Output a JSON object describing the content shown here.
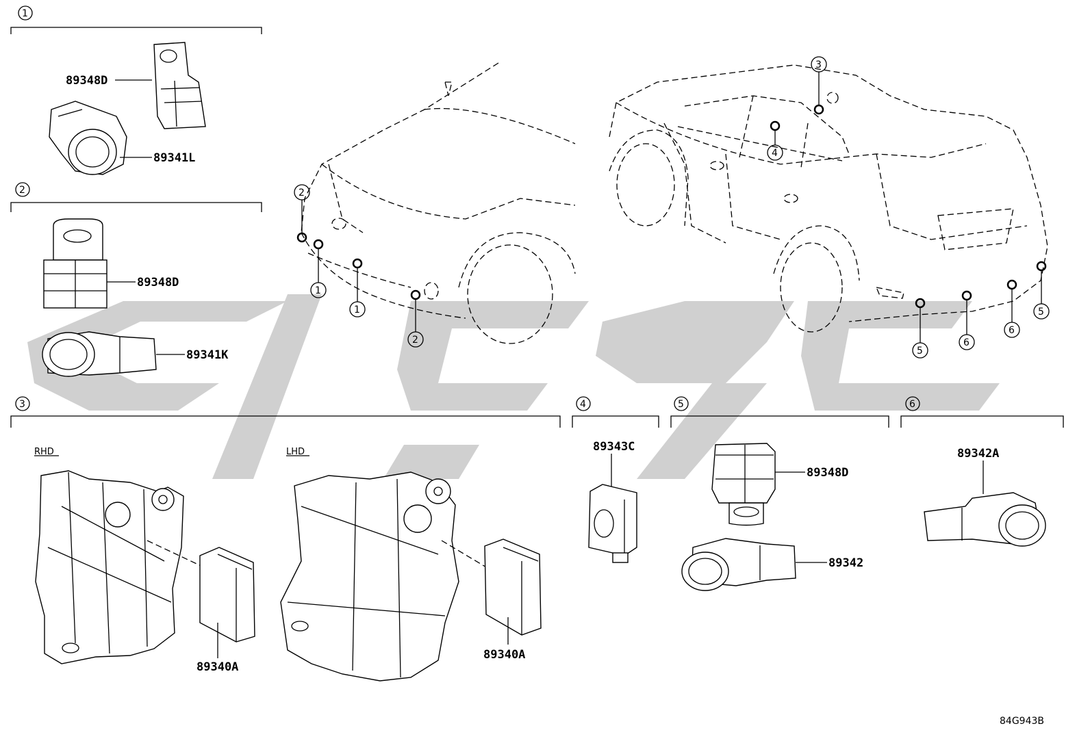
{
  "diagram": {
    "drawing_code": "84G943B",
    "groups": [
      {
        "id": "1",
        "parts": [
          "89348D",
          "89341L"
        ]
      },
      {
        "id": "2",
        "parts": [
          "89348D",
          "89341K"
        ]
      },
      {
        "id": "3",
        "subsections": [
          "RHD",
          "LHD"
        ],
        "parts": [
          "89340A",
          "89340A"
        ]
      },
      {
        "id": "4",
        "parts": [
          "89343C"
        ]
      },
      {
        "id": "5",
        "parts": [
          "89348D",
          "89342"
        ]
      },
      {
        "id": "6",
        "parts": [
          "89342A"
        ]
      }
    ],
    "front_callouts": [
      "2",
      "1",
      "1",
      "2"
    ],
    "rear_callouts": [
      "3",
      "4",
      "5",
      "6",
      "6",
      "5"
    ],
    "colors": {
      "line": "#000000",
      "watermark": "#c8c8c8",
      "background": "#ffffff"
    }
  }
}
